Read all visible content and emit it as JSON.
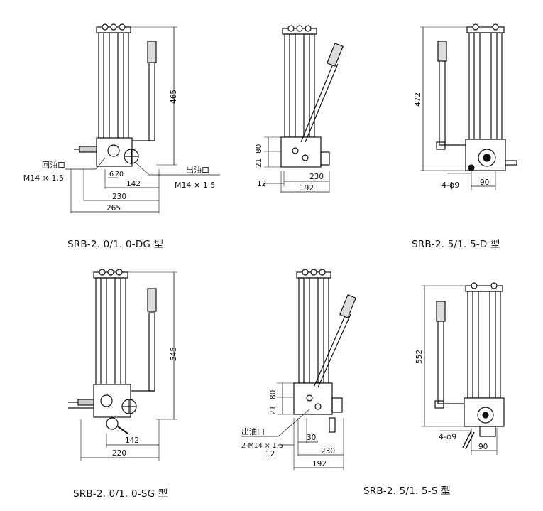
{
  "captions": {
    "p1": "SRB-2. 0/1. 0-DG 型",
    "p2": "SRB-2. 5/1. 5-D 型",
    "p3": "SRB-2. 0/1. 0-SG 型",
    "p4": "SRB-2. 5/1. 5-S 型"
  },
  "p1": {
    "height": "465",
    "return_port": "回油口",
    "return_thread": "M14 × 1.5",
    "out_port": "出油口",
    "out_thread": "M14 × 1.5",
    "d6": "6",
    "d20": "20",
    "d142": "142",
    "d230": "230",
    "d265": "265"
  },
  "p2": {
    "d21": "21",
    "d80": "80",
    "d230": "230",
    "d12": "12",
    "d192": "192"
  },
  "p3": {
    "height": "472",
    "holes": "4-ϕ9",
    "d90": "90"
  },
  "p4": {
    "height": "545",
    "d142": "142",
    "d220": "220"
  },
  "p5": {
    "d21": "21",
    "d80": "80",
    "out_port": "出油口",
    "out_thread": "2-M14 × 1.5",
    "d30": "30",
    "d230": "230",
    "d12": "12",
    "d192": "192"
  },
  "p6": {
    "height": "552",
    "holes": "4-ϕ9",
    "d90": "90"
  }
}
